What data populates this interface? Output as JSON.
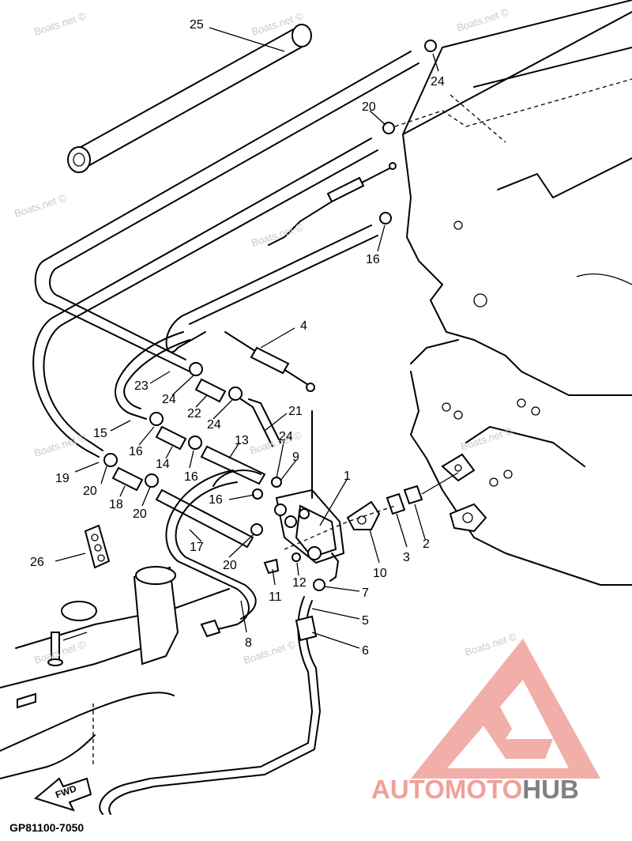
{
  "diagram": {
    "part_code": "GP81100-7050",
    "fwd_label": "FWD",
    "watermark": "Boats.net ©",
    "callouts": [
      "25",
      "24",
      "20",
      "16",
      "4",
      "23",
      "24",
      "22",
      "24",
      "21",
      "15",
      "16",
      "14",
      "16",
      "13",
      "24",
      "9",
      "19",
      "20",
      "18",
      "20",
      "16",
      "1",
      "17",
      "20",
      "26",
      "11",
      "12",
      "7",
      "10",
      "3",
      "2",
      "5",
      "8",
      "6"
    ]
  },
  "brand": {
    "part1": "AUTO",
    "part2": "MOTO",
    "part3": "HUB",
    "color_primary": "#f0a09a",
    "color_secondary": "#808080"
  }
}
